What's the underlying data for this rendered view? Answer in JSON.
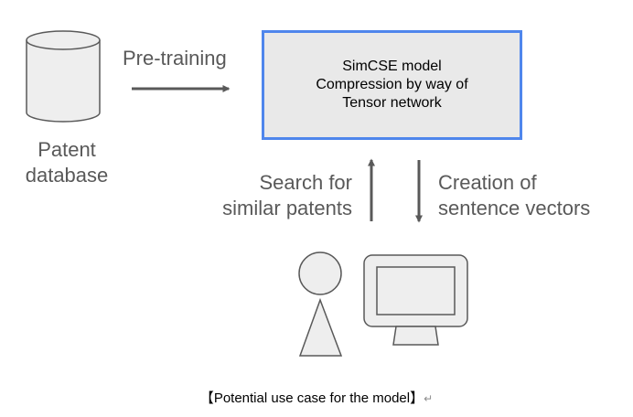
{
  "database": {
    "line1": "Patent",
    "line2": "database"
  },
  "pretraining_label": "Pre-training",
  "model_box": {
    "line1": "SimCSE model",
    "line2": "Compression by way of",
    "line3": "Tensor network",
    "border_color": "#4f86ec",
    "fill_color": "#e9e9e9"
  },
  "search_label": {
    "line1": "Search for",
    "line2": "similar patents"
  },
  "creation_label": {
    "line1": "Creation of",
    "line2": "sentence vectors"
  },
  "caption": {
    "open_bracket": "【",
    "text": "Potential use case for the model",
    "close_bracket": "】",
    "return_mark": "↵"
  },
  "colors": {
    "text_gray": "#595959",
    "arrow_gray": "#595959",
    "shape_fill": "#eeeeee",
    "shape_stroke": "#595959"
  },
  "icons": [
    "database-cylinder-icon",
    "person-icon",
    "computer-monitor-icon"
  ]
}
